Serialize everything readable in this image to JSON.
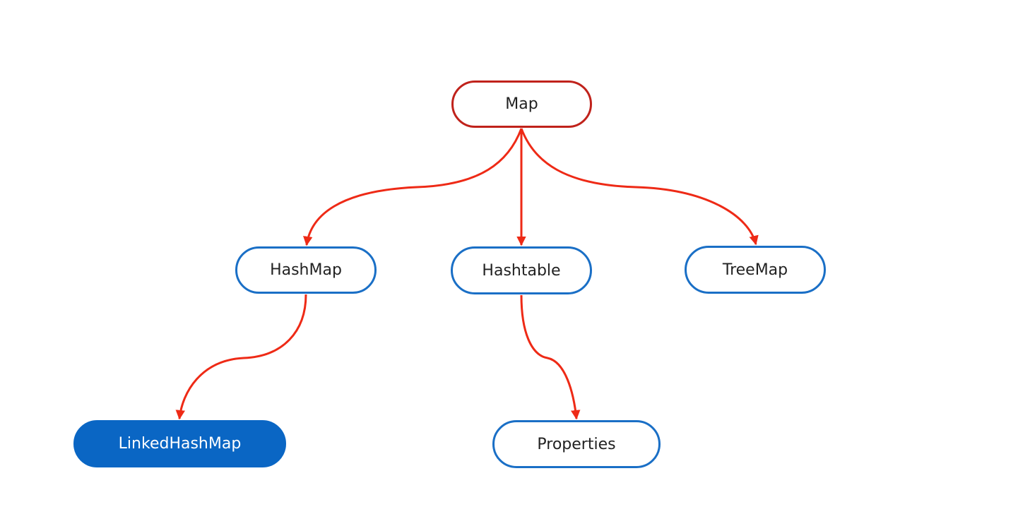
{
  "diagram": {
    "nodes": {
      "map": "Map",
      "hashmap": "HashMap",
      "hashtable": "Hashtable",
      "treemap": "TreeMap",
      "linkedhashmap": "LinkedHashMap",
      "properties": "Properties"
    },
    "colors": {
      "connector": "#ee2a16",
      "root_border": "#c0221b",
      "node_border": "#1a6fc6",
      "highlight_fill": "#0a66c4"
    }
  }
}
